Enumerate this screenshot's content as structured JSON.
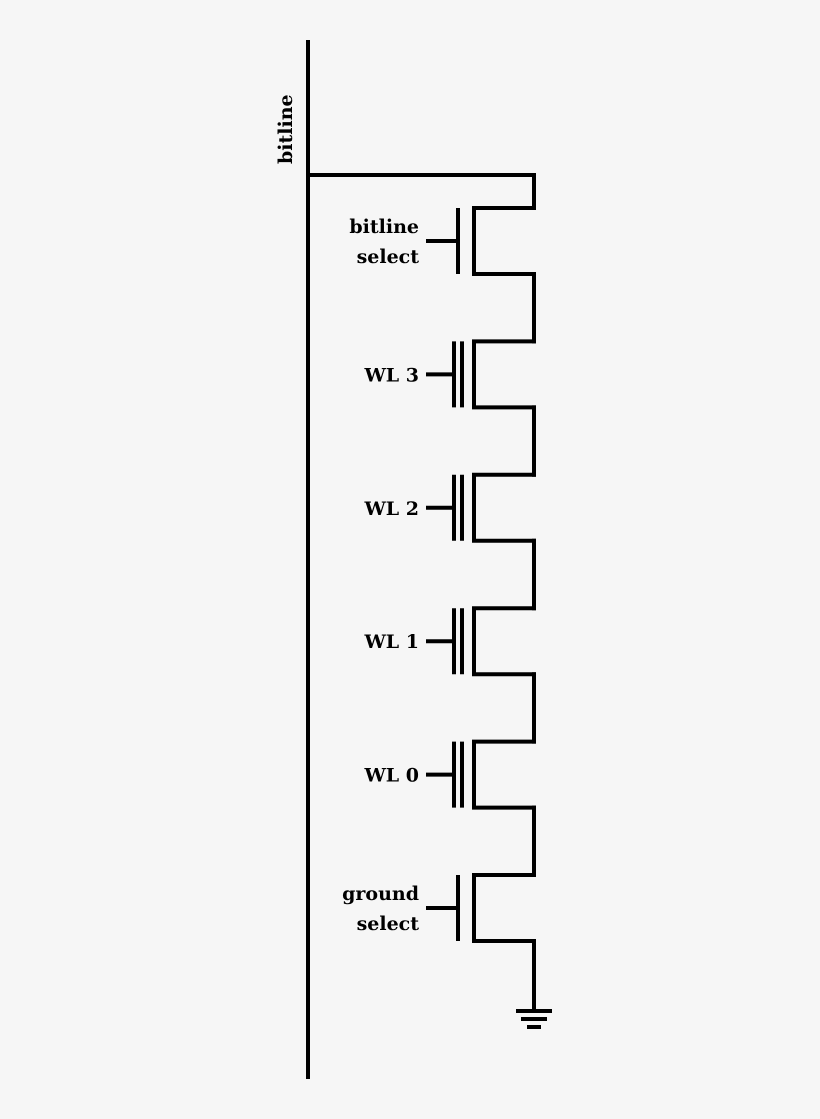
{
  "bitline_label": "bitline",
  "transistors": [
    {
      "id": "bitline-select",
      "lines": [
        "bitline",
        "select"
      ],
      "type": "select"
    },
    {
      "id": "wl3",
      "lines": [
        "WL 3"
      ],
      "type": "cell"
    },
    {
      "id": "wl2",
      "lines": [
        "WL 2"
      ],
      "type": "cell"
    },
    {
      "id": "wl1",
      "lines": [
        "WL 1"
      ],
      "type": "cell"
    },
    {
      "id": "wl0",
      "lines": [
        "WL 0"
      ],
      "type": "cell"
    },
    {
      "id": "ground-select",
      "lines": [
        "ground",
        "select"
      ],
      "type": "select"
    }
  ]
}
